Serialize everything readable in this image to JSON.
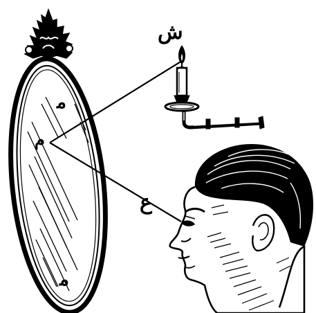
{
  "figure": {
    "labels": {
      "shin": "ش",
      "meem": "م",
      "ain": "ع",
      "mirror_top_mark": "ﻣ",
      "mirror_bottom_mark": "ﻣ"
    },
    "colors": {
      "ink": "#000000",
      "paper": "#ffffff"
    },
    "icons": {
      "mirror": "oval-mirror-icon",
      "candle": "candle-icon",
      "head": "human-head-icon"
    }
  }
}
